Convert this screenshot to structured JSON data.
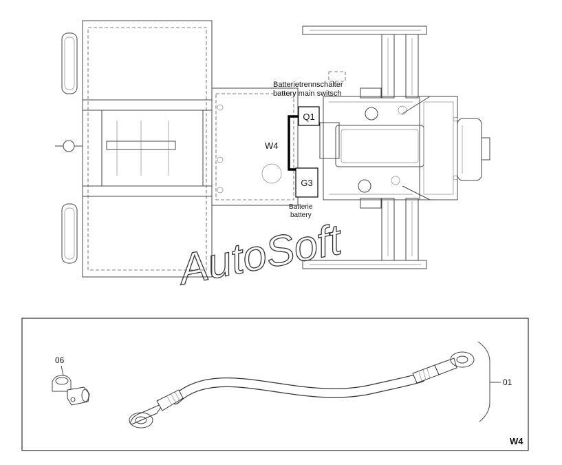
{
  "diagram": {
    "top_view": {
      "switch_label_de": "Batterietrennschalter",
      "switch_label_en": "battery main switsch",
      "q1_label": "Q1",
      "g3_label": "G3",
      "cable_label": "W4",
      "battery_label_de": "Batterie",
      "battery_label_en": "battery",
      "watermark": "AutoSoft"
    },
    "detail_panel": {
      "part_06": "06",
      "part_01": "01",
      "panel_label": "W4"
    }
  }
}
